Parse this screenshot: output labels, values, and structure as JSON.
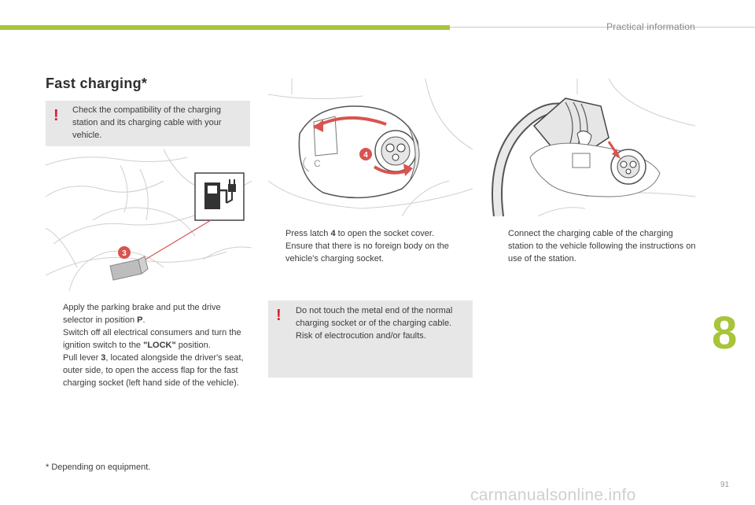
{
  "header": {
    "chapter_title": "Practical information"
  },
  "section": {
    "title": "Fast charging*"
  },
  "warning_top": {
    "text": "Check the compatibility of the charging station and its charging cable with your vehicle."
  },
  "warning_middle": {
    "line1": "Do not touch the metal end of the normal charging socket or of the charging cable.",
    "line2": "Risk of electrocution and/or faults."
  },
  "steps_left": [
    {
      "pre": "Apply the parking brake and put the drive selector in position ",
      "bold": "P",
      "post": "."
    },
    {
      "pre": "Switch off all electrical consumers and turn the ignition switch to the ",
      "bold": "\"LOCK\"",
      "post": " position."
    },
    {
      "pre": "Pull lever ",
      "bold": "3",
      "post": ", located alongside the driver's seat, outer side, to open the access flap for the fast charging socket (left hand side of the vehicle)."
    }
  ],
  "steps_middle": [
    {
      "pre": "Press latch ",
      "bold": "4",
      "post": " to open the socket cover."
    },
    {
      "pre": "Ensure that there is no foreign body on the vehicle's charging socket.",
      "bold": "",
      "post": ""
    }
  ],
  "steps_right": [
    {
      "pre": "Connect the charging cable of the charging station to the vehicle following the instructions on use of the station.",
      "bold": "",
      "post": ""
    }
  ],
  "bullet_mark": "",
  "callouts": {
    "lever": "3",
    "latch": "4"
  },
  "footnote": "* Depending on equipment.",
  "chapter_number": "8",
  "page_number": "91",
  "watermark": "carmanualsonline.info",
  "colors": {
    "accent_green": "#a8c43a",
    "warning_red": "#d6202a",
    "callout_red": "#d9534f",
    "box_grey": "#e7e7e7"
  }
}
